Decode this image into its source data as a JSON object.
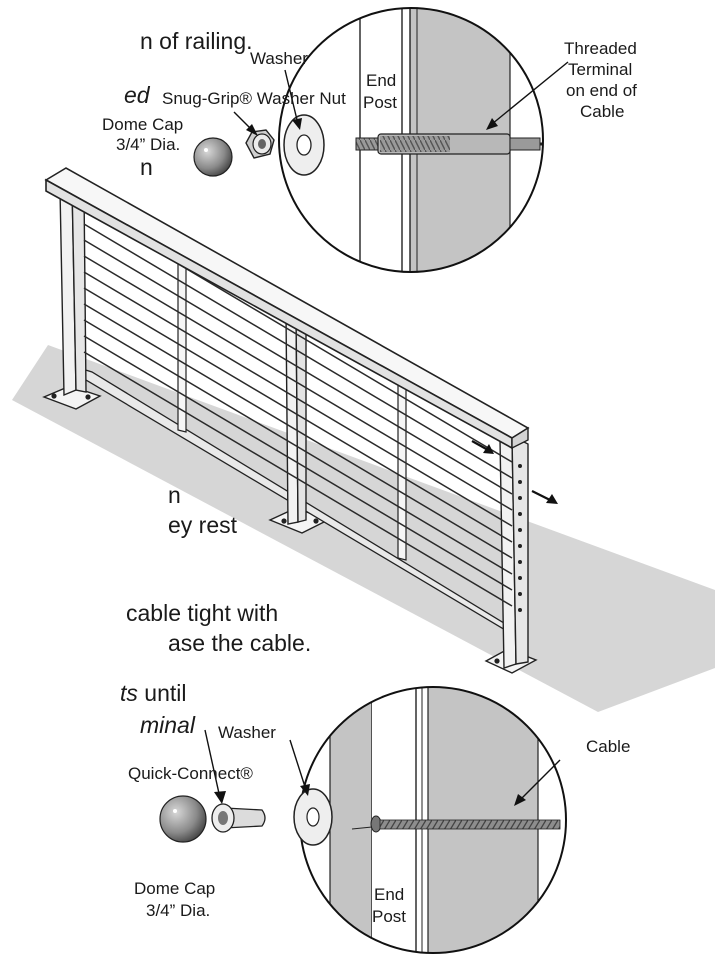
{
  "body_text": {
    "line1": "n of railing.",
    "line2": "ed",
    "line3": "n",
    "line4": "n",
    "line5": "ey rest",
    "line6": "cable tight with",
    "line7": "ase the cable.",
    "line8": "ts",
    "line8b": " until",
    "line9": "minal"
  },
  "top_callout": {
    "washer": "Washer",
    "washer_nut": "Snug-Grip® Washer Nut",
    "dome_cap": "Dome Cap",
    "dome_cap_dia": "3/4” Dia.",
    "end_post_1": "End",
    "end_post_2": "Post",
    "terminal_1": "Threaded",
    "terminal_2": "Terminal",
    "terminal_3": "on end of",
    "terminal_4": "Cable"
  },
  "bottom_callout": {
    "washer": "Washer",
    "quick_connect": "Quick-Connect®",
    "cable": "Cable",
    "dome_cap": "Dome Cap",
    "dome_cap_dia": "3/4” Dia.",
    "end_post_1": "End",
    "end_post_2": "Post"
  }
}
